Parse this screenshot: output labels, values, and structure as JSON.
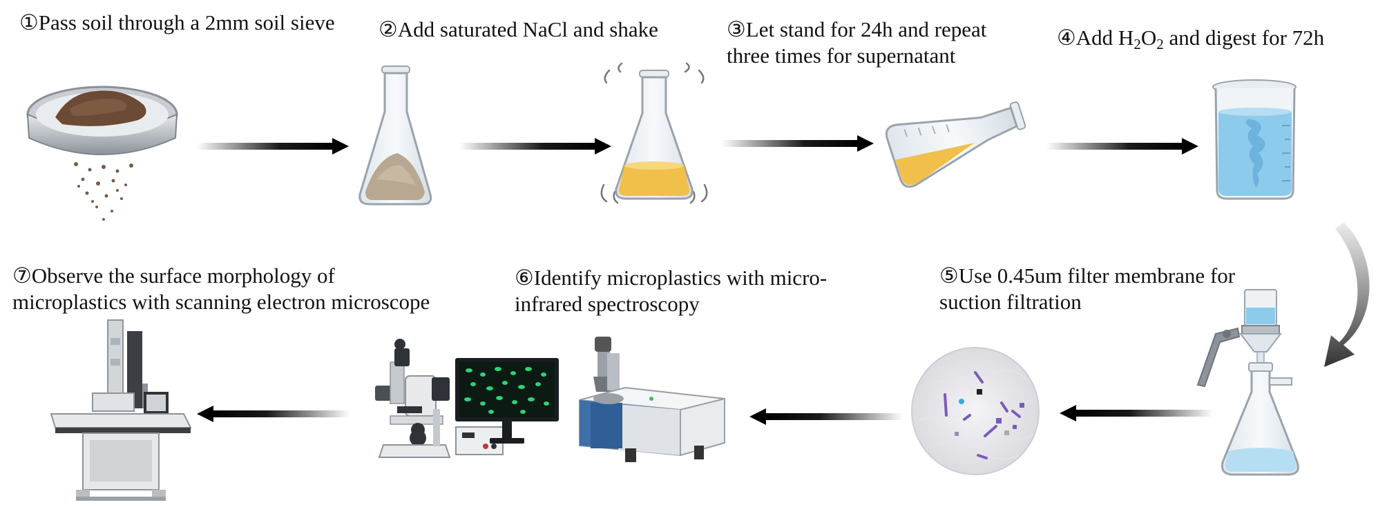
{
  "steps": [
    {
      "num": "①",
      "text": "Pass soil through a 2mm soil sieve"
    },
    {
      "num": "②",
      "text": "Add saturated NaCl and shake"
    },
    {
      "num": "③",
      "line1": "Let stand for 24h and repeat",
      "line2": "three times for supernatant"
    },
    {
      "num": "④",
      "pre": "Add H",
      "sub1": "2",
      "mid": "O",
      "sub2": "2",
      "post": " and digest for 72h"
    },
    {
      "num": "⑤",
      "line1": "Use 0.45um filter membrane for",
      "line2": "suction filtration"
    },
    {
      "num": "⑥",
      "line1": "Identify microplastics with micro-",
      "line2": "infrared spectroscopy"
    },
    {
      "num": "⑦",
      "line1": "Observe the surface morphology of",
      "line2": "microplastics with scanning electron microscope"
    }
  ],
  "icons": {
    "sieve": "soil-sieve-icon",
    "flask_soil": "flask-with-soil-icon",
    "flask_shake": "shaking-flask-icon",
    "flask_tilted": "tilted-flask-icon",
    "beaker": "beaker-digestion-icon",
    "filtration": "suction-filtration-icon",
    "membrane": "filter-membrane-icon",
    "ftir": "ftir-spectrometer-icon",
    "microscope": "micro-infrared-microscope-icon",
    "sem": "scanning-electron-microscope-icon"
  },
  "colors": {
    "arrow": "#000000",
    "liquid_yellow": "#f0c04a",
    "liquid_blue": "#8ccbeb",
    "soil": "#6b4a36",
    "instrument_blue": "#3d6fa8"
  }
}
